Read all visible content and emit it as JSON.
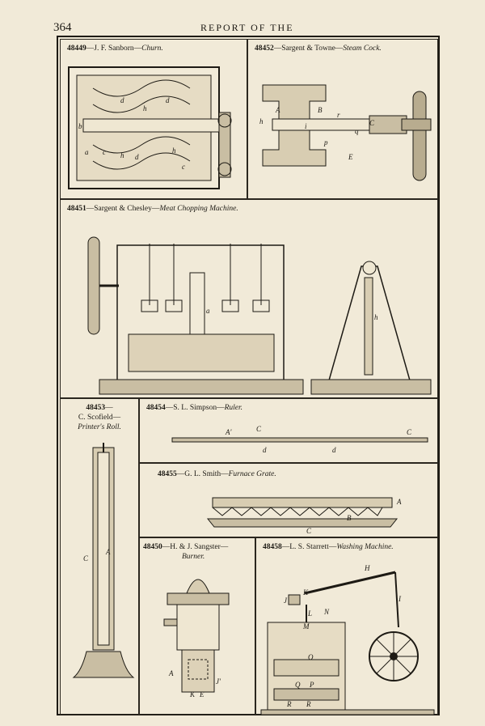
{
  "page": {
    "number": "364",
    "running_header": "REPORT OF THE"
  },
  "figures": [
    {
      "key": "sanborn",
      "number": "48449",
      "inventor": "J. F. Sanborn",
      "title": "Churn.",
      "labels": {
        "a": "a",
        "b": "b",
        "c": "c",
        "d": "d",
        "h": "h"
      }
    },
    {
      "key": "sargent_towne",
      "number": "48452",
      "inventor": "Sargent & Towne",
      "title": "Steam Cock.",
      "labels": {
        "A": "A",
        "B": "B",
        "C": "C",
        "E": "E",
        "h": "h",
        "p": "p",
        "q": "q",
        "r": "r",
        "i": "i"
      }
    },
    {
      "key": "sargent_chesley",
      "number": "48451",
      "inventor": "Sargent & Chesley",
      "title": "Meat Chopping Machine.",
      "labels": {
        "a": "a",
        "h": "h"
      }
    },
    {
      "key": "scofield",
      "number": "48453",
      "inventor": "C. Scofield",
      "title": "Printer's Roll.",
      "labels": {
        "A": "A",
        "C": "C"
      }
    },
    {
      "key": "simpson",
      "number": "48454",
      "inventor": "S. L. Simpson",
      "title": "Ruler.",
      "labels": {
        "A": "A'",
        "C": "C",
        "d": "d"
      }
    },
    {
      "key": "smith",
      "number": "48455",
      "inventor": "G. L. Smith",
      "title": "Furnace Grate.",
      "labels": {
        "A": "A",
        "B": "B",
        "C": "C"
      }
    },
    {
      "key": "sangster",
      "number": "48450",
      "inventor": "H. & J. Sangster",
      "title": "Burner.",
      "labels": {
        "A": "A",
        "J": "J'",
        "K": "K",
        "E": "E"
      }
    },
    {
      "key": "starrett",
      "number": "48458",
      "inventor": "L. S. Starrett",
      "title": "Washing Machine.",
      "labels": {
        "H": "H",
        "I": "I",
        "J": "J",
        "K": "K",
        "L": "L",
        "N": "N",
        "M": "M",
        "O": "O",
        "P": "P",
        "Q": "Q",
        "R": "R"
      }
    }
  ],
  "separator": "—"
}
